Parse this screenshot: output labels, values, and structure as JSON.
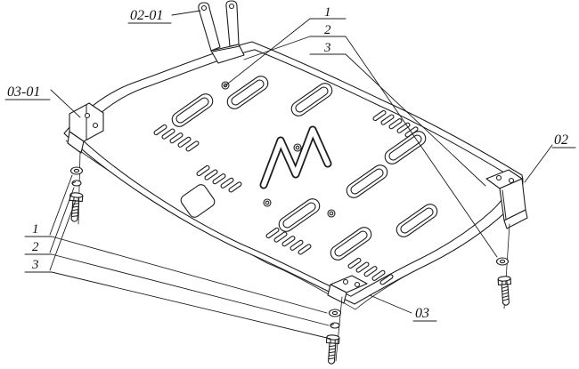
{
  "labels": {
    "top_bracket": "02-01",
    "left_bracket": "03-01",
    "right_bracket": "02",
    "bottom_bracket": "03"
  },
  "callouts": {
    "top_right": [
      "1",
      "2",
      "3"
    ],
    "left": [
      "1",
      "2",
      "3"
    ]
  },
  "colors": {
    "line": "#1c1c1c",
    "background": "#ffffff"
  }
}
